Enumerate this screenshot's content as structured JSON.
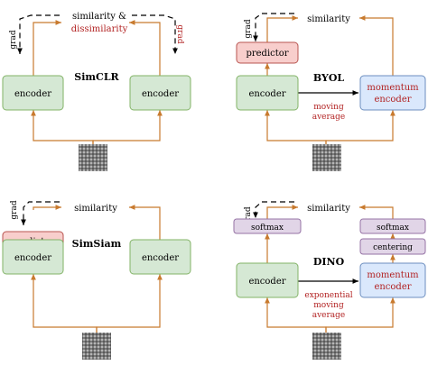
{
  "colors": {
    "arrow": "#c87a2e",
    "black_arrow": "#000000",
    "red_text": "#b22222",
    "green_fill": "#d5e8d4",
    "green_stroke": "#82b366",
    "red_fill": "#f8cecc",
    "red_stroke": "#b85450",
    "blue_fill": "#dae8fc",
    "blue_stroke": "#6c8ebf",
    "purple_fill": "#e1d5e7",
    "purple_stroke": "#9673a6"
  },
  "panels": {
    "simclr": {
      "title": "SimCLR",
      "grad_left": "grad",
      "grad_right": "grad",
      "similarity": "similarity &",
      "dissimilarity": "dissimilarity",
      "encoder_left": "encoder",
      "encoder_right": "encoder"
    },
    "byol": {
      "title": "BYOL",
      "grad": "grad",
      "similarity": "similarity",
      "predictor": "predictor",
      "encoder": "encoder",
      "momentum_line1": "momentum",
      "momentum_line2": "encoder",
      "update_line1": "moving",
      "update_line2": "average"
    },
    "simsiam": {
      "title": "SimSiam",
      "grad": "grad",
      "similarity": "similarity",
      "predictor": "predictor",
      "encoder_left": "encoder",
      "encoder_right": "encoder"
    },
    "dino": {
      "title": "DINO",
      "grad": "grad",
      "similarity": "similarity",
      "softmax_left": "softmax",
      "softmax_right": "softmax",
      "centering": "centering",
      "encoder": "encoder",
      "momentum_line1": "momentum",
      "momentum_line2": "encoder",
      "update_line1": "exponential",
      "update_line2": "moving",
      "update_line3": "average"
    }
  }
}
